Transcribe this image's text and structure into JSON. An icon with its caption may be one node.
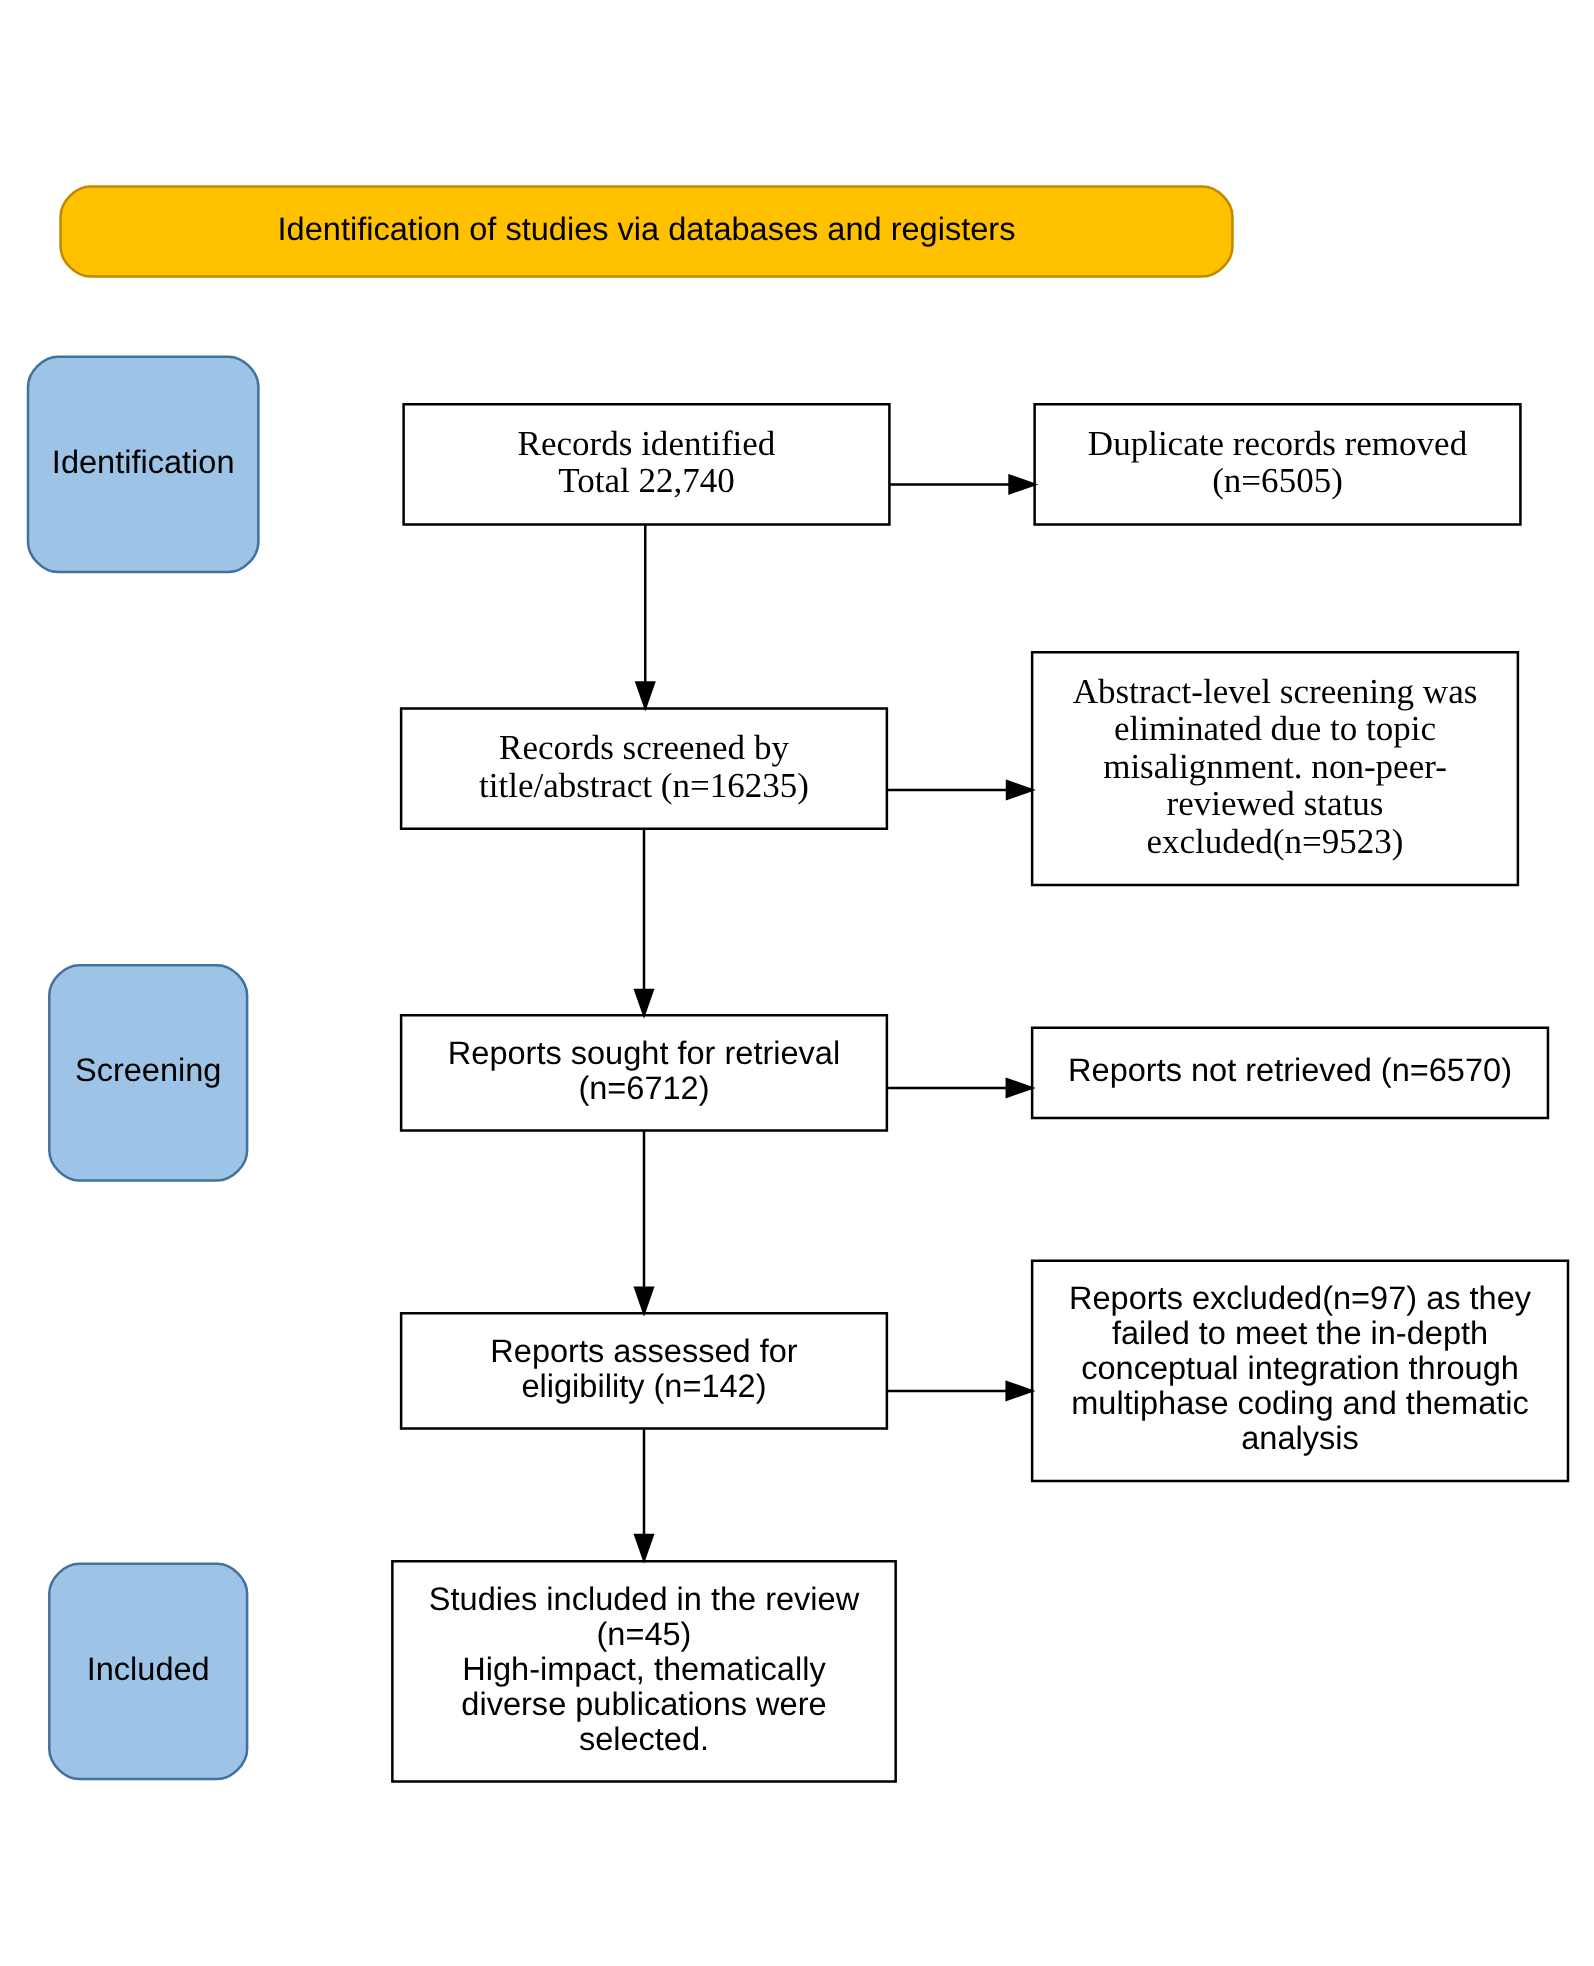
{
  "diagram": {
    "nodes": [
      {
        "text": [
          "Identification of studies via databases and registers"
        ]
      },
      {
        "text": [
          "Identification"
        ]
      },
      {
        "text": [
          "Records identified",
          "Total 22,740"
        ]
      },
      {
        "text": [
          "Duplicate records removed (n=6505)"
        ]
      },
      {
        "text": [
          "Screening"
        ]
      },
      {
        "text": [
          "Records screened by title/abstract (n=16235)"
        ]
      },
      {
        "text": [
          "Abstract-level screening was eliminated due to topic misalignment. non-peer-reviewed status excluded(n=9523)"
        ]
      },
      {
        "text": [
          "Reports sought for retrieval (n=6712)"
        ]
      },
      {
        "text": [
          "Reports not retrieved (n=6570)"
        ]
      },
      {
        "text": [
          "Reports assessed for eligibility (n=142)"
        ]
      },
      {
        "text": [
          "Reports excluded(n=97) as they failed to meet the in-depth conceptual integration through multiphase coding and thematic analysis"
        ]
      },
      {
        "text": [
          "Included"
        ]
      },
      {
        "text": [
          "Studies included in the review (n=45)",
          "High-impact, thematically diverse publications were selected."
        ]
      }
    ],
    "edges": [
      {
        "from": 2,
        "to": 3,
        "arrow": "to"
      },
      {
        "from": 2,
        "to": 5,
        "arrow": "to"
      },
      {
        "from": 5,
        "to": 6,
        "arrow": "to"
      },
      {
        "from": 5,
        "to": 7,
        "arrow": "to"
      },
      {
        "from": 7,
        "to": 8,
        "arrow": "to"
      },
      {
        "from": 7,
        "to": 9,
        "arrow": "to"
      },
      {
        "from": 9,
        "to": 10,
        "arrow": "to"
      },
      {
        "from": 9,
        "to": 12,
        "arrow": "to"
      }
    ]
  }
}
